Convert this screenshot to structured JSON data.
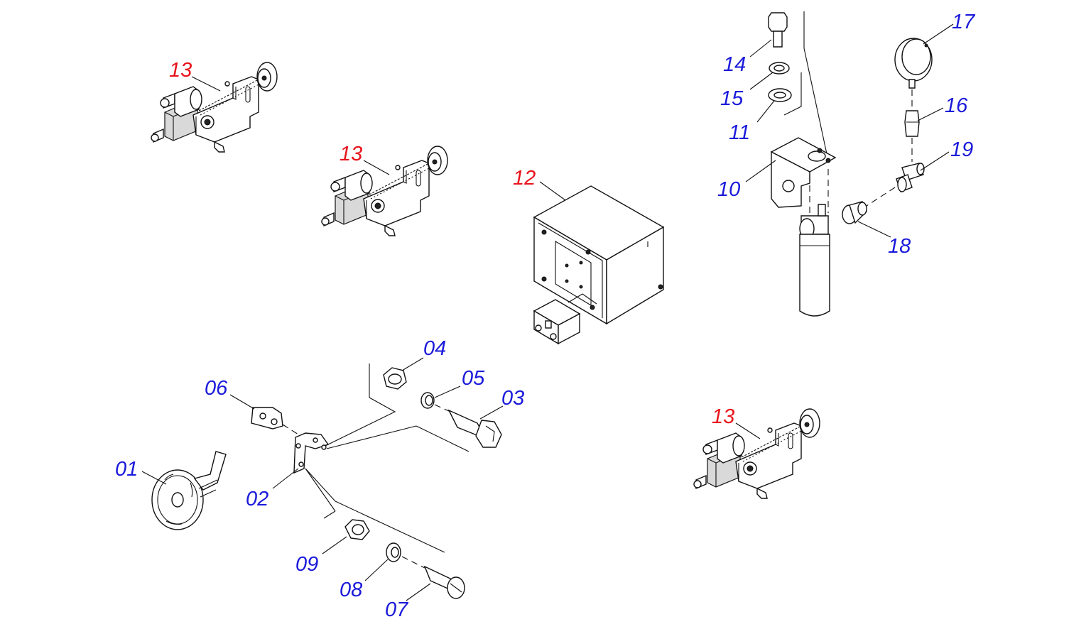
{
  "colors": {
    "assembly_callout": "#e8141b",
    "part_callout": "#1a1adb",
    "line": "#111111",
    "background": "#ffffff"
  },
  "callouts": {
    "c01": "01",
    "c02": "02",
    "c03": "03",
    "c04": "04",
    "c05": "05",
    "c06": "06",
    "c07": "07",
    "c08": "08",
    "c09": "09",
    "c10": "10",
    "c11": "11",
    "c12": "12",
    "c13a": "13",
    "c13b": "13",
    "c13c": "13",
    "c14": "14",
    "c15": "15",
    "c16": "16",
    "c17": "17",
    "c18": "18",
    "c19": "19"
  }
}
